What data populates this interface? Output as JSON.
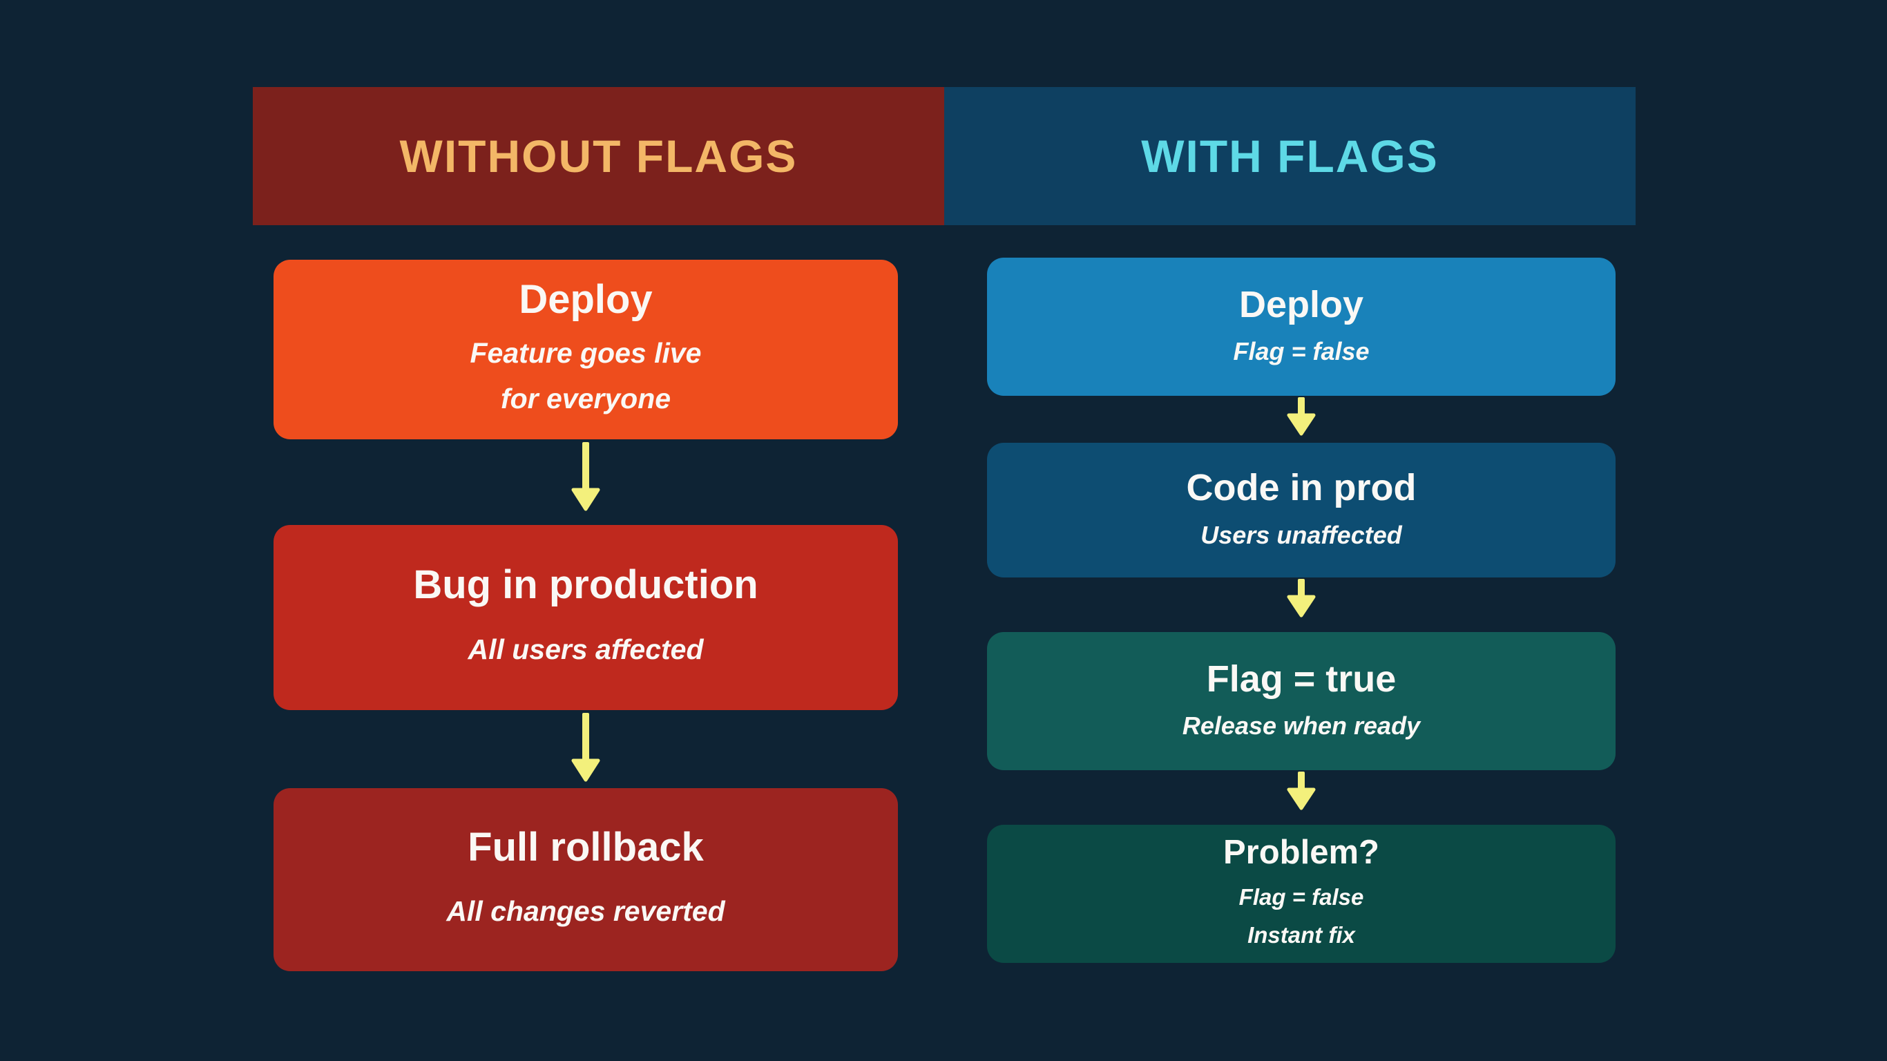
{
  "page": {
    "background": "#0e2334"
  },
  "arrow": {
    "color": "#f3f07c"
  },
  "columns": [
    {
      "header": {
        "label": "WITHOUT FLAGS",
        "bg": "#7c211c",
        "color": "#f3b767"
      },
      "steps": [
        {
          "title": "Deploy",
          "subtitle_lines": [
            "Feature goes live",
            "for everyone"
          ],
          "bg": "#ee4d1d"
        },
        {
          "title": "Bug in production",
          "subtitle_lines": [
            "All users affected"
          ],
          "bg": "#bf291e"
        },
        {
          "title": "Full rollback",
          "subtitle_lines": [
            "All changes reverted"
          ],
          "bg": "#9c2420"
        }
      ]
    },
    {
      "header": {
        "label": "WITH FLAGS",
        "bg": "#0e4061",
        "color": "#5ed9e6"
      },
      "steps": [
        {
          "title": "Deploy",
          "subtitle_lines": [
            "Flag = false"
          ],
          "bg": "#1982ba"
        },
        {
          "title": "Code in prod",
          "subtitle_lines": [
            "Users unaffected"
          ],
          "bg": "#0d4d72"
        },
        {
          "title": "Flag = true",
          "subtitle_lines": [
            "Release when ready"
          ],
          "bg": "#125c58"
        },
        {
          "title": "Problem?",
          "subtitle_lines": [
            "Flag = false",
            "Instant fix"
          ],
          "bg": "#0b4a45"
        }
      ]
    }
  ]
}
